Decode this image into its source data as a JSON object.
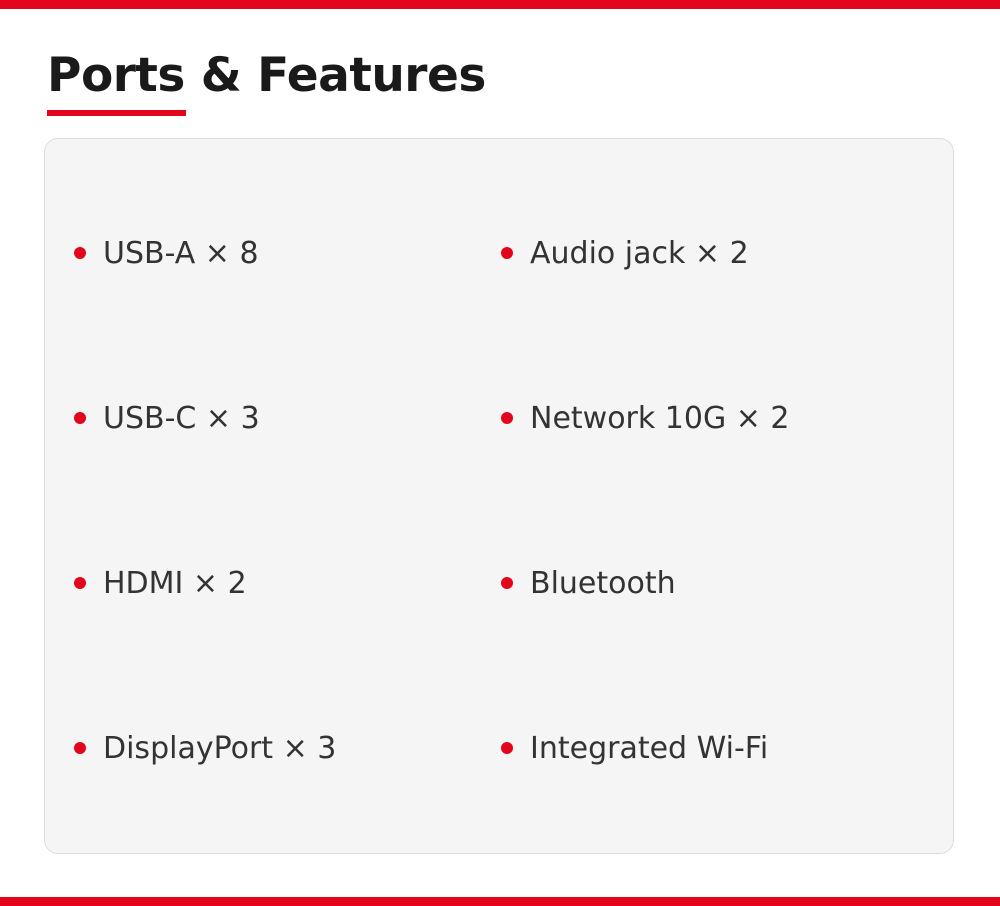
{
  "heading": {
    "title": "Ports & Features"
  },
  "features": {
    "left": [
      "USB-A × 8",
      "USB-C × 3",
      "HDMI × 2",
      "DisplayPort × 3"
    ],
    "right": [
      "Audio jack × 2",
      "Network 10G × 2",
      "Bluetooth",
      "Integrated Wi-Fi"
    ]
  },
  "colors": {
    "accent": "#e3051b",
    "panel_background": "#f5f5f5",
    "text": "#333333",
    "title": "#1a1a1a"
  }
}
